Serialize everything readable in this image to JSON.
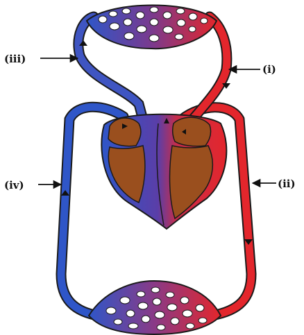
{
  "labels": {
    "iii": "(iii)",
    "i": "(i)",
    "iv": "(iv)",
    "ii": "(ii)"
  },
  "colors": {
    "deoxygenated": "#2f56c8",
    "oxygenated": "#e3262c",
    "mixed": "#7a3a8e",
    "heart_chamber": "#9a4f1e",
    "outline": "#1a1a1a"
  },
  "icons": {
    "flow": "arrowhead",
    "pointer": "leader-arrow"
  }
}
